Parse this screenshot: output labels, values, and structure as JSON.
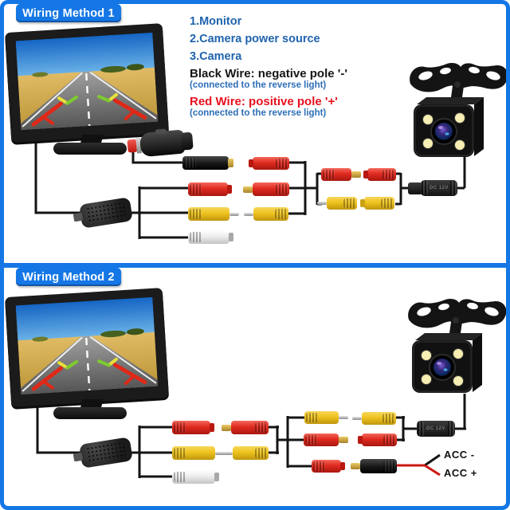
{
  "panel1": {
    "title": "Wiring Method 1",
    "legend": [
      "1.Monitor",
      "2.Camera power source",
      "3.Camera"
    ],
    "black_wire": "Black Wire: negative pole '-'",
    "black_wire_note": "(connected to the reverse light)",
    "red_wire": "Red Wire: positive pole '+'",
    "red_wire_note": "(connected to the reverse light)"
  },
  "panel2": {
    "title": "Wiring Method 2",
    "acc_minus": "ACC -",
    "acc_plus": "ACC +"
  },
  "dc_box": {
    "label": "DC 12V"
  },
  "colors": {
    "accent_blue": "#1577e6",
    "legend_blue": "#1f63ae",
    "note_blue": "#2e6fb7",
    "red_text": "#e8111f",
    "connector_red": "#e02a1f",
    "connector_yellow": "#eec31e",
    "wire_black": "#141414",
    "wire_red": "#cc1712"
  }
}
